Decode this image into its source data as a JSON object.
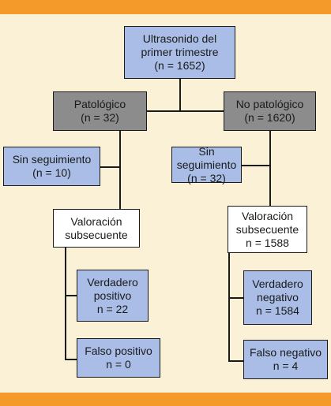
{
  "nodes": {
    "root": {
      "l1": "Ultrasonido del",
      "l2": "primer trimestre",
      "l3": "(n = 1652)"
    },
    "pat": {
      "l1": "Patológico",
      "l2": "(n = 32)"
    },
    "nopat": {
      "l1": "No patológico",
      "l2": "(n = 1620)"
    },
    "sinL": {
      "l1": "Sin seguimiento",
      "l2": "(n = 10)"
    },
    "sinR": {
      "l1": "Sin seguimiento",
      "l2": "(n = 32)"
    },
    "valL": {
      "l1": "Valoración",
      "l2": "subsecuente"
    },
    "valR": {
      "l1": "Valoración",
      "l2": "subsecuente",
      "l3": "n = 1588"
    },
    "vp": {
      "l1": "Verdadero",
      "l2": "positivo",
      "l3": "n = 22"
    },
    "fp": {
      "l1": "Falso positivo",
      "l2": "n = 0"
    },
    "vn": {
      "l1": "Verdadero",
      "l2": "negativo",
      "l3": "n = 1584"
    },
    "fn": {
      "l1": "Falso negativo",
      "l2": "n = 4"
    }
  },
  "colors": {
    "frame": "#F39A2B",
    "panel": "#FBF1D7",
    "node_blue": "#A9BDE6",
    "node_gray": "#8C8C8C",
    "node_white": "#FFFFFF",
    "line": "#1a1a1a"
  }
}
